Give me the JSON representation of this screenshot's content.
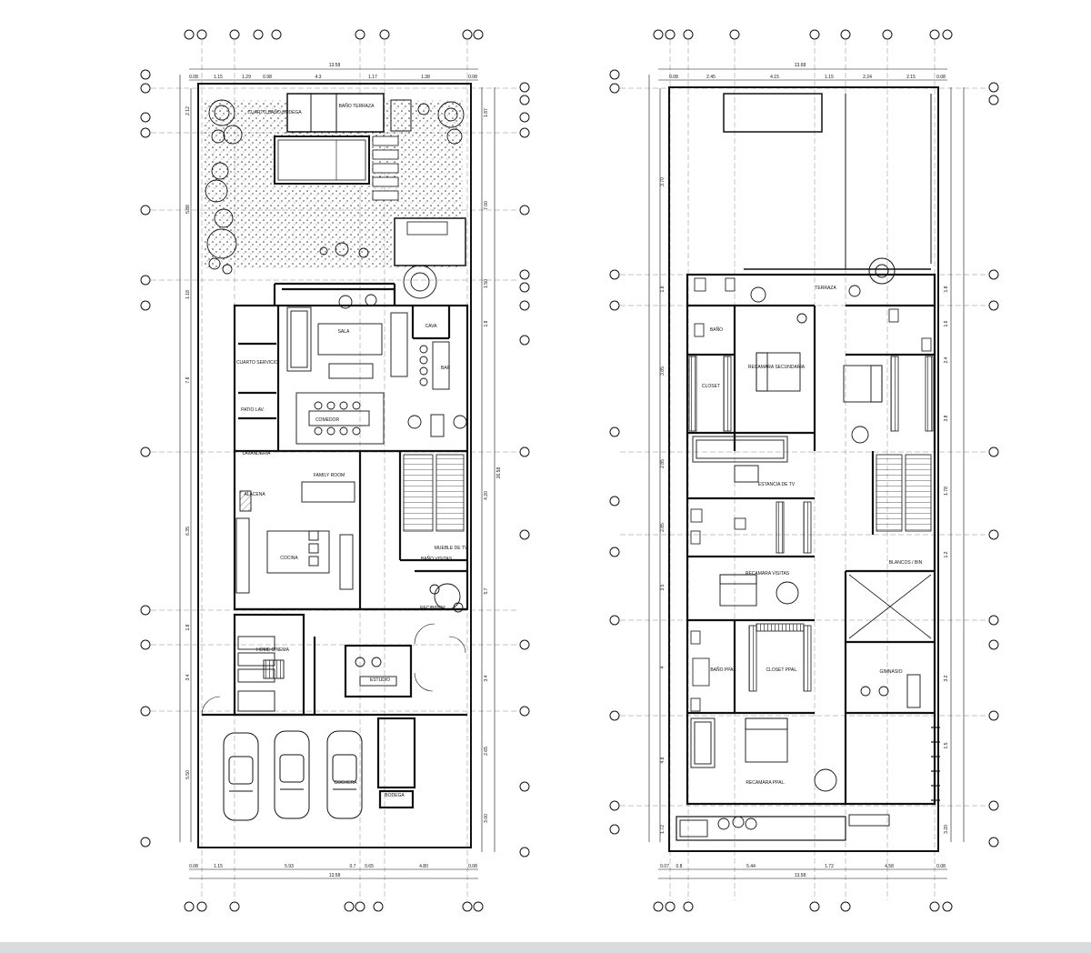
{
  "colors": {
    "ink": "#111111",
    "paper": "#ffffff",
    "bar": "#d9dbdc",
    "grey": "#9a9a9a"
  },
  "plans": [
    {
      "id": "ground",
      "dims_top": [
        "13.58",
        "0.08",
        "1.15",
        "1.29",
        "0.98",
        "4.3",
        "1.17",
        "1.38",
        "0.08"
      ],
      "dims_bottom": [
        "0.08",
        "1.15",
        "5.93",
        "0.7",
        "0.65",
        "4.80",
        "0.08",
        "13.58"
      ],
      "dims_left": [
        "2.12",
        "5.88",
        "1.18",
        "7.8",
        "6.35",
        "1.8",
        "3.4",
        "5.50"
      ],
      "dims_right": [
        "1.87",
        "7.00",
        "1.50",
        "1.8",
        "4.20",
        "5.7",
        "3.4",
        "2.65",
        "3.00",
        "26.58"
      ],
      "rooms": [
        "CUARTO BAÑO BODEGA",
        "BAÑO TERRAZA",
        "CUARTO SERVICIO",
        "PATIO LAV.",
        "LAVANDERIA",
        "ALACENA",
        "SALA",
        "CAVA",
        "BAR",
        "COMEDOR",
        "FAMILY ROOM",
        "COCINA",
        "BAÑO VISITAS",
        "MUEBLE DE TV",
        "HOME CINEMA",
        "RECIBIDOR",
        "ESTUDIO",
        "COCHERA",
        "BODEGA"
      ]
    },
    {
      "id": "upper",
      "dims_top": [
        "13.68",
        "0.08",
        "2.45",
        "4.15",
        "1.15",
        "2.24",
        "2.15",
        "0.08"
      ],
      "dims_bottom": [
        "0.07",
        "0.8",
        "5.44",
        "1.72",
        "4.58",
        "0.08",
        "13.58"
      ],
      "dims_left": [
        "3.70",
        "1.8",
        "3.85",
        "2.85",
        "2.85",
        "3.5",
        "4",
        "4.8",
        "1.72"
      ],
      "dims_right": [
        "1.8",
        "1.6",
        "2.4",
        "3.8",
        "1.78",
        "1.2",
        "3.2",
        "1.5",
        "3.20"
      ],
      "rooms": [
        "TERRAZA",
        "BAÑO",
        "RECAMARA SECUNDARIA",
        "CLOSET",
        "ESTANCIA DE TV",
        "RECAMARA VISITAS",
        "BLANCOS / BIN",
        "GIMNASIO",
        "BAÑO PPAL.",
        "CLOSET PPAL.",
        "RECAMARA PPAL."
      ]
    }
  ]
}
